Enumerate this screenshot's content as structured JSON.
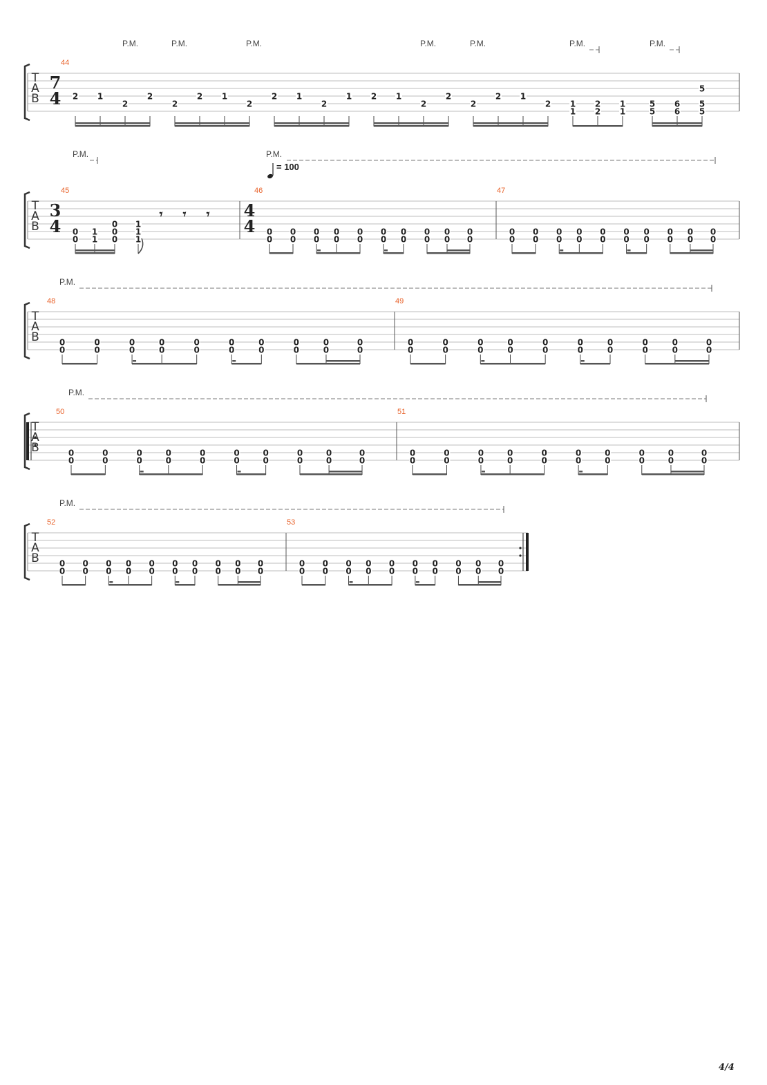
{
  "page": {
    "number": "4/4"
  },
  "labels": {
    "palm_mute": "P.M.",
    "tab_letters": [
      "T",
      "A",
      "B"
    ],
    "tempo_value": "= 100"
  },
  "systems": [
    {
      "palm_mutes": [
        "P.M.",
        "P.M.",
        "P.M.",
        "P.M.",
        "P.M.",
        "P.M.",
        "P.M."
      ],
      "measures": [
        {
          "number": "44",
          "time_signature": [
            "7",
            "4"
          ],
          "notes": [
            [
              "2",
              "",
              ""
            ],
            [
              "1",
              "",
              ""
            ],
            [
              "",
              "2",
              ""
            ],
            [
              "2",
              "",
              ""
            ],
            [
              "",
              "2",
              ""
            ],
            [
              "2",
              "",
              ""
            ],
            [
              "1",
              "",
              ""
            ],
            [
              "",
              "2",
              ""
            ],
            [
              "2",
              "",
              ""
            ],
            [
              "1",
              "",
              ""
            ],
            [
              "",
              "2",
              ""
            ],
            [
              "1",
              "",
              ""
            ],
            [
              "2",
              "",
              ""
            ],
            [
              "1",
              "",
              ""
            ],
            [
              "",
              "2",
              ""
            ],
            [
              "2",
              "",
              ""
            ],
            [
              "",
              "2",
              ""
            ],
            [
              "2",
              "",
              ""
            ],
            [
              "1",
              "",
              ""
            ],
            [
              "",
              "2",
              ""
            ],
            [
              "",
              "1",
              "1"
            ],
            [
              "",
              "2",
              "2"
            ],
            [
              "",
              "1",
              "1"
            ],
            [
              "",
              "5",
              "5"
            ],
            [
              "",
              "6",
              "6"
            ],
            [
              "5",
              "5",
              "5"
            ]
          ]
        }
      ]
    },
    {
      "palm_mutes": [
        "P.M.",
        "P.M."
      ],
      "tempo": "= 100",
      "measures": [
        {
          "number": "45",
          "time_signature": [
            "3",
            "4"
          ],
          "notes": [
            [
              "",
              "0",
              "0"
            ],
            [
              "",
              "1",
              "1"
            ],
            [
              "0",
              "0",
              "0"
            ],
            [
              "1",
              "1",
              "1"
            ]
          ],
          "rests": 3
        },
        {
          "number": "46",
          "time_signature": [
            "4",
            "4"
          ],
          "notes_each": [
            "0",
            "0"
          ],
          "count": 10
        },
        {
          "number": "47",
          "notes_each": [
            "0",
            "0"
          ],
          "count": 10
        }
      ]
    },
    {
      "palm_mutes": [
        "P.M."
      ],
      "measures": [
        {
          "number": "48",
          "notes_each": [
            "0",
            "0"
          ],
          "count": 10
        },
        {
          "number": "49",
          "notes_each": [
            "0",
            "0"
          ],
          "count": 10
        }
      ]
    },
    {
      "palm_mutes": [
        "P.M."
      ],
      "repeat_start": true,
      "measures": [
        {
          "number": "50",
          "notes_each": [
            "0",
            "0"
          ],
          "count": 10
        },
        {
          "number": "51",
          "notes_each": [
            "0",
            "0"
          ],
          "count": 10
        }
      ]
    },
    {
      "palm_mutes": [
        "P.M."
      ],
      "repeat_end": true,
      "measures": [
        {
          "number": "52",
          "notes_each": [
            "0",
            "0"
          ],
          "count": 10
        },
        {
          "number": "53",
          "notes_each": [
            "0",
            "0"
          ],
          "count": 10
        }
      ]
    }
  ]
}
